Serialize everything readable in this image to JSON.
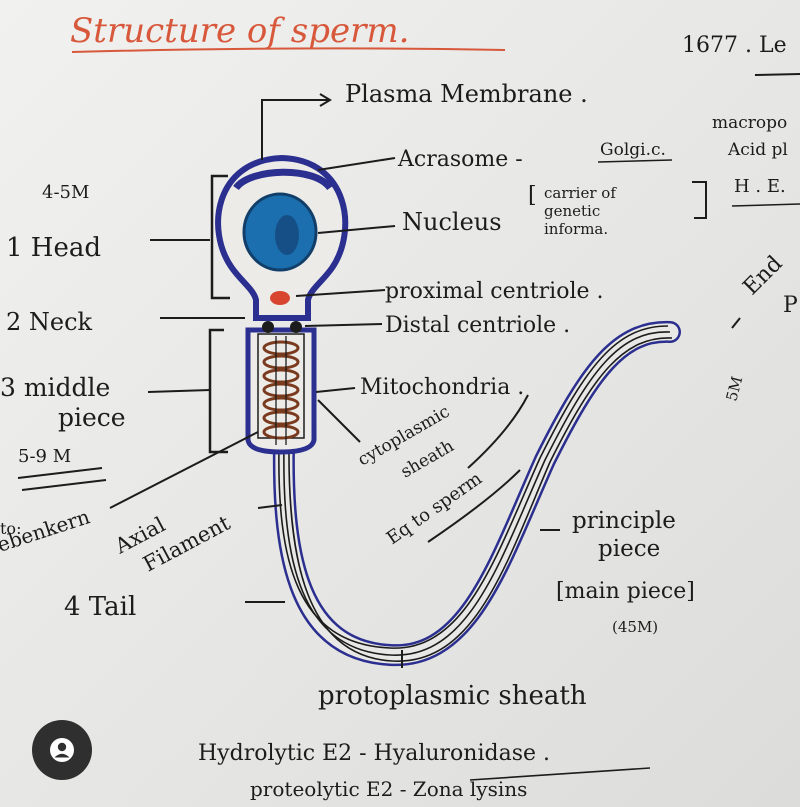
{
  "title": "Structure of sperm.",
  "corner_note": "1677 . Le",
  "labels": {
    "plasma_membrane": "Plasma Membrane .",
    "acrosome": "Acrasome -",
    "golgi": "Golgi.c.",
    "macropo": "macropo",
    "acid": "Acid pl",
    "he": "H . E.",
    "size_head": "4-5M",
    "head": "1 Head",
    "nucleus": "Nucleus",
    "carrier_1": "carrier of",
    "carrier_2": "genetic",
    "carrier_3": "informa.",
    "proximal": "proximal centriole .",
    "neck": "2 Neck",
    "distal": "Distal centriole .",
    "end_1": "End",
    "end_2": "P",
    "middle_1": "3 middle",
    "middle_2": "piece",
    "size_middle": "5-9 M",
    "mitochondria": "Mitochondria .",
    "cyto_1": "cytoplasmic",
    "cyto_2": "sheath",
    "size_tail": "5M",
    "nebenkern_1": "to:",
    "nebenkern_2": "ebenkern",
    "axial_1": "Axial",
    "axial_2": "Filament",
    "eq": "Eq to sperm",
    "principle_1": "principle",
    "principle_2": "piece",
    "main_piece": "[main piece]",
    "size_principle": "(45M)",
    "tail": "4 Tail",
    "protoplasmic": "protoplasmic sheath",
    "hydrolytic": "Hydrolytic E2 - Hyaluronidase .",
    "proteolytic": "proteolytic E2 - Zona lysins"
  },
  "colors": {
    "title": "#d8583b",
    "ink": "#1c1c1c",
    "membrane": "#2b2f8f",
    "nucleus": "#1b6fae",
    "mitochondria": "#7a3a1e",
    "centriole_proximal": "#d8452f"
  },
  "icons": {
    "avatar": "person-icon"
  }
}
